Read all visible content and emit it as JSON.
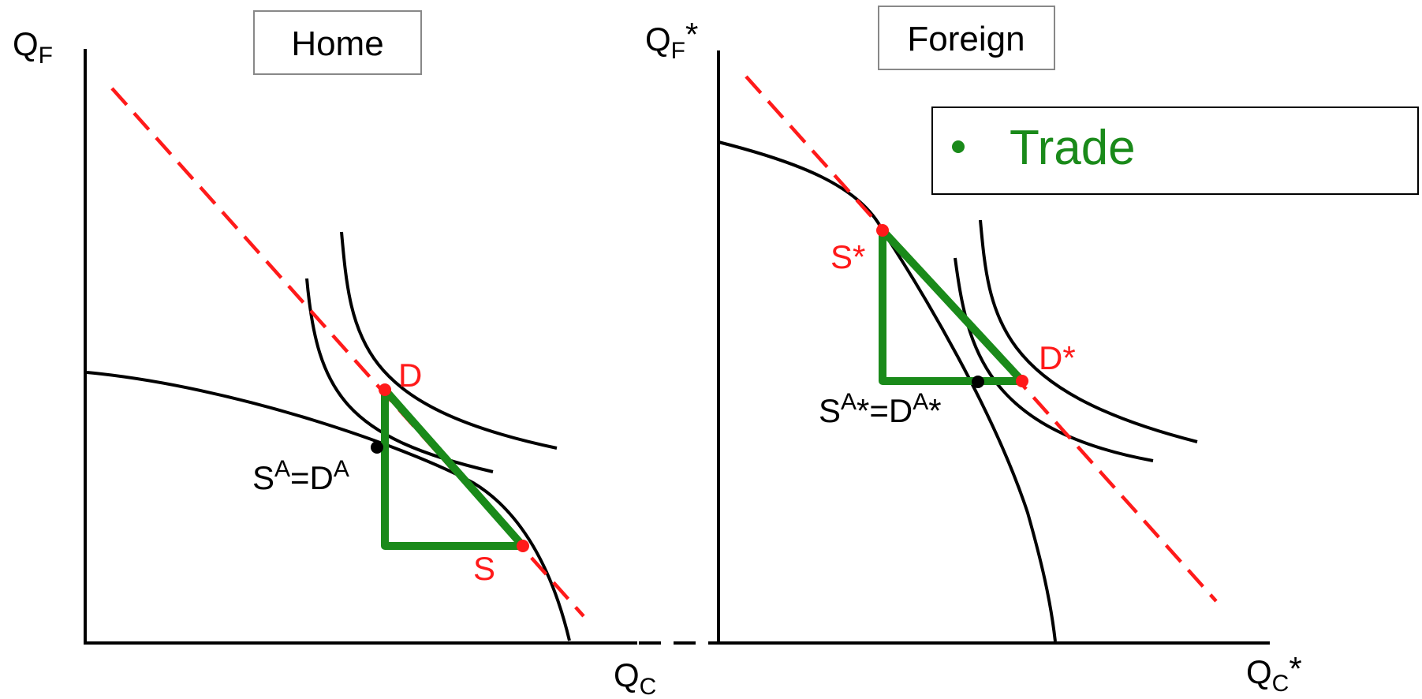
{
  "home": {
    "title": "Home",
    "y_axis": {
      "main": "Q",
      "sub": "F",
      "suffix": ""
    },
    "x_axis": {
      "main": "Q",
      "sub": "C",
      "suffix": ""
    },
    "points": {
      "d": "D",
      "s": "S",
      "autarky": {
        "s": "S",
        "sup1": "A",
        "mid": "=D",
        "sup2": "A"
      }
    }
  },
  "foreign": {
    "title": "Foreign",
    "y_axis": {
      "main": "Q",
      "sub": "F",
      "suffix": "*"
    },
    "x_axis": {
      "main": "Q",
      "sub": "C",
      "suffix": "*"
    },
    "points": {
      "d": "D*",
      "s": "S*",
      "autarky": {
        "s": "S",
        "sup1": "A",
        "mid": "*=D",
        "sup2": "A",
        "end": "*"
      }
    }
  },
  "legend": {
    "label": "Trade"
  },
  "colors": {
    "axis": "#000000",
    "curve": "#000000",
    "price_line": "#ff1a1a",
    "trade": "#1a8a1a",
    "point_label": "#ff1a1a",
    "text": "#000000"
  }
}
